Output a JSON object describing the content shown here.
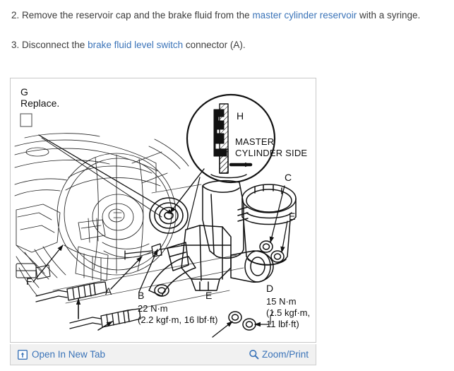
{
  "steps": [
    {
      "id": "step-2",
      "number": "2.",
      "text_before": " Remove the reservoir cap and the brake fluid from the ",
      "link": "master cylinder reservoir",
      "text_after": " with a syringe."
    },
    {
      "id": "step-3",
      "number": "3.",
      "text_before": " Disconnect the ",
      "link": "brake fluid level switch",
      "text_after": " connector (A)."
    }
  ],
  "figure": {
    "title_note_letter": "G",
    "title_note_text": "Replace.",
    "callout_letter": "H",
    "callout_caption_line1": "MASTER",
    "callout_caption_line2": "CYLINDER SIDE",
    "labels": {
      "a": "A",
      "b": "B",
      "c": "C",
      "d": "D",
      "e_right": "E",
      "e_bottom": "E",
      "f": "F",
      "g": "G",
      "h": "H"
    },
    "torque_b": {
      "letter": "B",
      "line1": "22 N·m",
      "line2": "(2.2 kgf·m, 16 lbf·ft)"
    },
    "torque_d": {
      "letter": "D",
      "line1": "15 N·m",
      "line2": "(1.5 kgf·m,",
      "line3": "11 lbf·ft)"
    }
  },
  "toolbar": {
    "open_new_tab_label": "Open In New Tab",
    "open_new_tab_icon": "open-in-new-tab-icon",
    "zoom_print_label": "Zoom/Print",
    "zoom_print_icon": "magnifier-icon"
  },
  "colors": {
    "link": "#3a73b8",
    "body_text": "#3d3d3d",
    "toolbar_bg": "#f1f1f1",
    "panel_border": "#c8c8c8",
    "page_bg": "#ffffff",
    "line_art": "#111111"
  }
}
